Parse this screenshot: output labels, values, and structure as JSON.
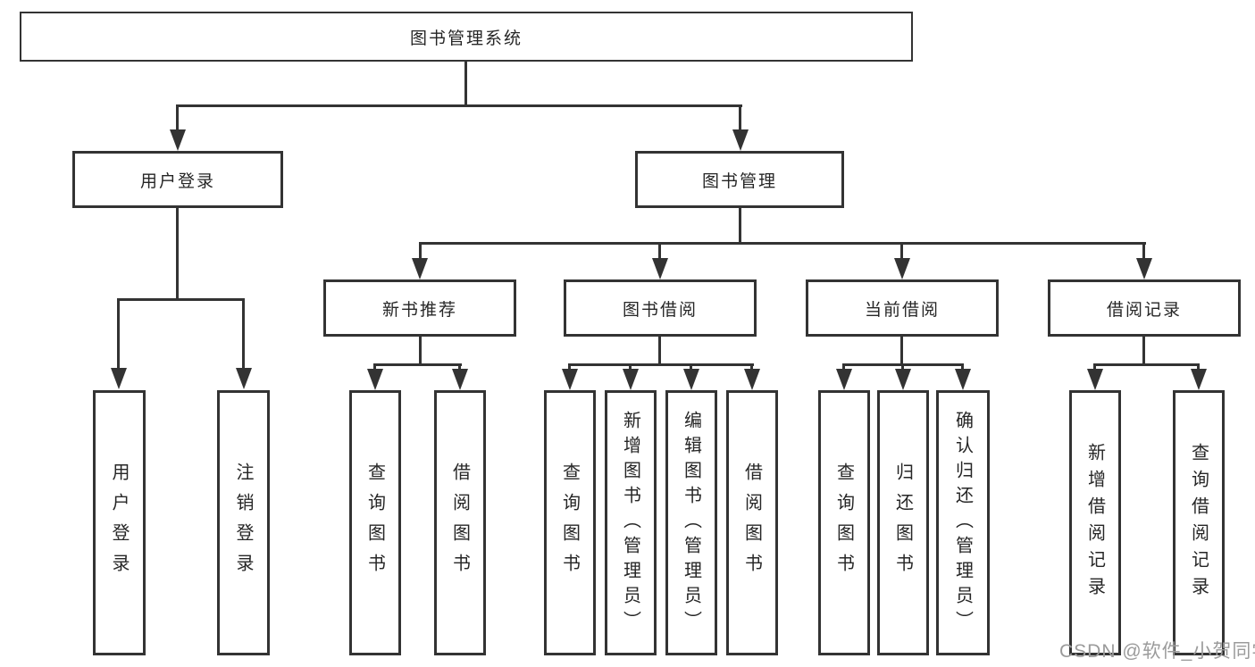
{
  "diagram": {
    "title": "图书管理系统",
    "level2": {
      "user_login": "用户登录",
      "book_management": "图书管理"
    },
    "level3": {
      "new_book_recommend": "新书推荐",
      "book_borrowing": "图书借阅",
      "current_borrowing": "当前借阅",
      "borrowing_records": "借阅记录"
    },
    "leaves": {
      "user_login": "用户登录",
      "logout": "注销登录",
      "rec_query_books": "查询图书",
      "rec_borrow_books": "借阅图书",
      "bb_query_books": "查询图书",
      "bb_add_books": "新增图书（管理员）",
      "bb_edit_books": "编辑图书（管理员）",
      "bb_borrow_books": "借阅图书",
      "cb_query_books": "查询图书",
      "cb_return_books": "归还图书",
      "cb_confirm_return": "确认归还（管理员）",
      "br_add_record": "新增借阅记录",
      "br_query_record": "查询借阅记录"
    },
    "colors": {
      "line": "#333333",
      "text": "#262626",
      "box_background": "#ffffff",
      "watermark": "#9b9b9b"
    },
    "watermark": "CSDN @软件_小贺同学"
  }
}
